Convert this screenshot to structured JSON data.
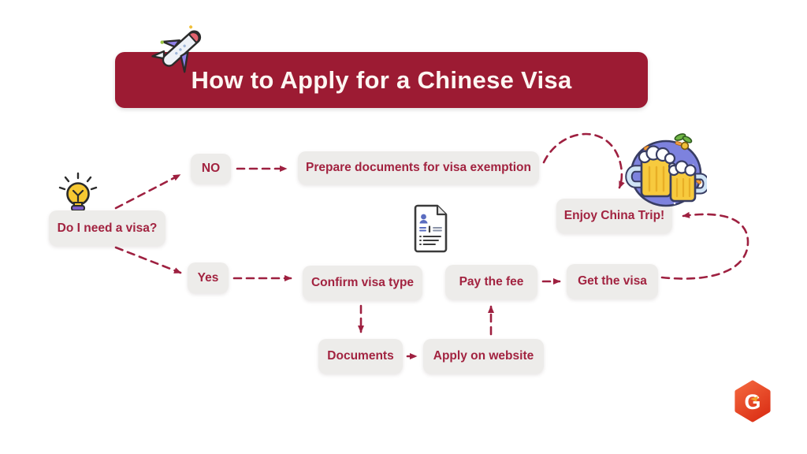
{
  "title": {
    "text": "How to Apply for a Chinese Visa"
  },
  "colors": {
    "banner_red": "#9c1b33",
    "flow_red": "#9e2040",
    "text_red": "#a22340",
    "box_gray": "#edecea",
    "logo_orange": "#e8452b"
  },
  "nodes": {
    "question": "Do I need a visa?",
    "no": "NO",
    "yes": "Yes",
    "prepare": "Prepare documents for visa exemption",
    "enjoy": "Enjoy China Trip!",
    "confirm": "Confirm visa type",
    "pay": "Pay the fee",
    "get": "Get the visa",
    "documents": "Documents",
    "apply": "Apply on website"
  },
  "edges": [
    {
      "from": "Do I need a visa?",
      "to": "NO"
    },
    {
      "from": "NO",
      "to": "Prepare documents for visa exemption"
    },
    {
      "from": "Prepare documents for visa exemption",
      "to": "Enjoy China Trip!"
    },
    {
      "from": "Do I need a visa?",
      "to": "Yes"
    },
    {
      "from": "Yes",
      "to": "Confirm visa type"
    },
    {
      "from": "Confirm visa type",
      "to": "Documents"
    },
    {
      "from": "Documents",
      "to": "Apply on website"
    },
    {
      "from": "Apply on website",
      "to": "Pay the fee"
    },
    {
      "from": "Pay the fee",
      "to": "Get the visa"
    },
    {
      "from": "Get the visa",
      "to": "Enjoy China Trip!"
    }
  ],
  "icons": {
    "airplane": "airplane-icon",
    "lightbulb": "lightbulb-icon",
    "document": "visa-application-document-icon",
    "beers": "beer-cheers-illustration",
    "logo": "hexagon-g-logo"
  },
  "logo": {
    "letter": "G"
  }
}
